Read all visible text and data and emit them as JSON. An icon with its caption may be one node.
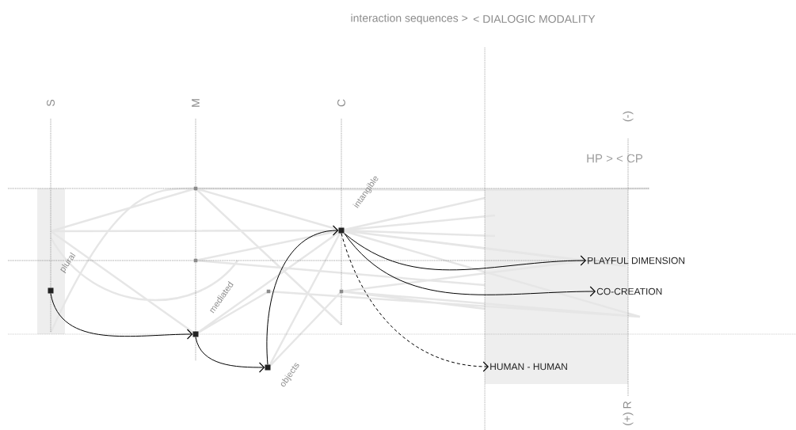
{
  "diagram": {
    "nodes": [
      {
        "text": [],
        "shape": "box",
        "beside": [
          "plural"
        ]
      },
      {
        "text": [],
        "shape": "box",
        "beside": [
          "mediated"
        ]
      },
      {
        "text": [],
        "shape": "box",
        "beside": [
          "objects"
        ]
      },
      {
        "text": [],
        "shape": "box",
        "beside": [
          "intangible"
        ]
      },
      {
        "text": [
          "PLAYFUL DIMENSION"
        ]
      },
      {
        "text": [
          "CO-CREATION"
        ]
      },
      {
        "text": [
          "HUMAN - HUMAN"
        ]
      },
      {
        "text": [],
        "shape": "box"
      },
      {
        "text": [],
        "shape": "box"
      },
      {
        "text": [],
        "shape": "box"
      },
      {
        "text": [],
        "shape": "box"
      }
    ],
    "edges": [
      {
        "from": 0,
        "to": 1,
        "arrow": "to"
      },
      {
        "from": 1,
        "to": 2,
        "arrow": "to"
      },
      {
        "from": 2,
        "to": 3,
        "arrow": "to"
      },
      {
        "from": 3,
        "to": 4,
        "arrow": "to"
      },
      {
        "from": 3,
        "to": 5,
        "arrow": "to"
      },
      {
        "from": 3,
        "to": 6,
        "arrow": "to",
        "style": "dashed"
      }
    ],
    "labels": [
      "interaction sequences >",
      "< DIALOGIC MODALITY",
      "S",
      "M",
      "C",
      "(-)",
      "HP > < CP",
      "(+) R"
    ]
  }
}
